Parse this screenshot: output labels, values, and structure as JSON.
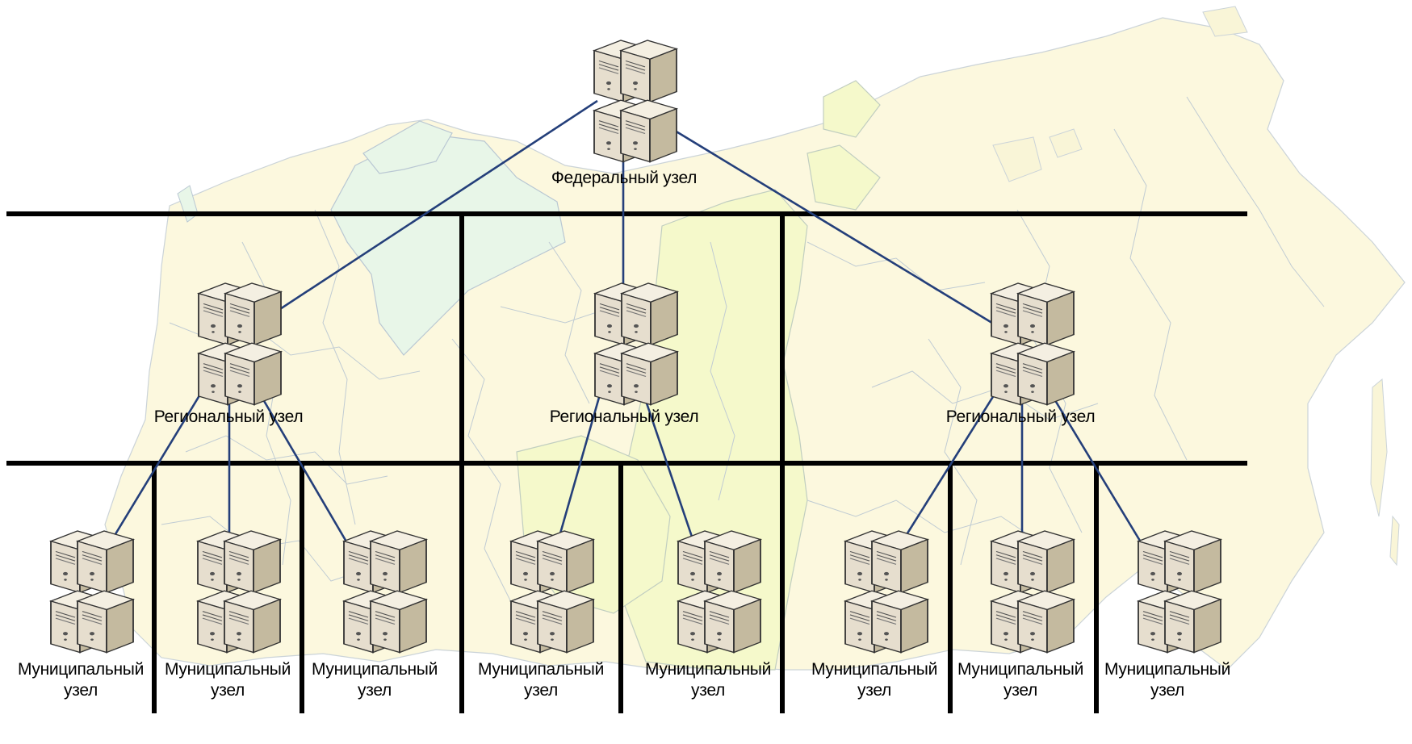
{
  "nodes": {
    "federal": {
      "label": "Федеральный узел"
    },
    "regional": [
      {
        "label": "Региональный узел"
      },
      {
        "label": "Региональный узел"
      },
      {
        "label": "Региональный узел"
      }
    ],
    "municipal": [
      {
        "line1": "Муниципальный",
        "line2": "узел"
      },
      {
        "line1": "Муниципальный",
        "line2": "узел"
      },
      {
        "line1": "Муниципальный",
        "line2": "узел"
      },
      {
        "line1": "Муниципальный",
        "line2": "узел"
      },
      {
        "line1": "Муниципальный",
        "line2": "узел"
      },
      {
        "line1": "Муниципальный",
        "line2": "узел"
      },
      {
        "line1": "Муниципальный",
        "line2": "узел"
      },
      {
        "line1": "Муниципальный",
        "line2": "узел"
      }
    ]
  },
  "icon": "server-cluster-icon",
  "colors": {
    "link": "#243f7a",
    "divider": "#000000",
    "map_land": "#fbf6d2",
    "map_region_green": "#dff3df",
    "map_region_yellow": "#f3f7bf",
    "map_border": "#9fb2c2",
    "server_body": "#e4dcc8",
    "server_side": "#c2b89c"
  }
}
